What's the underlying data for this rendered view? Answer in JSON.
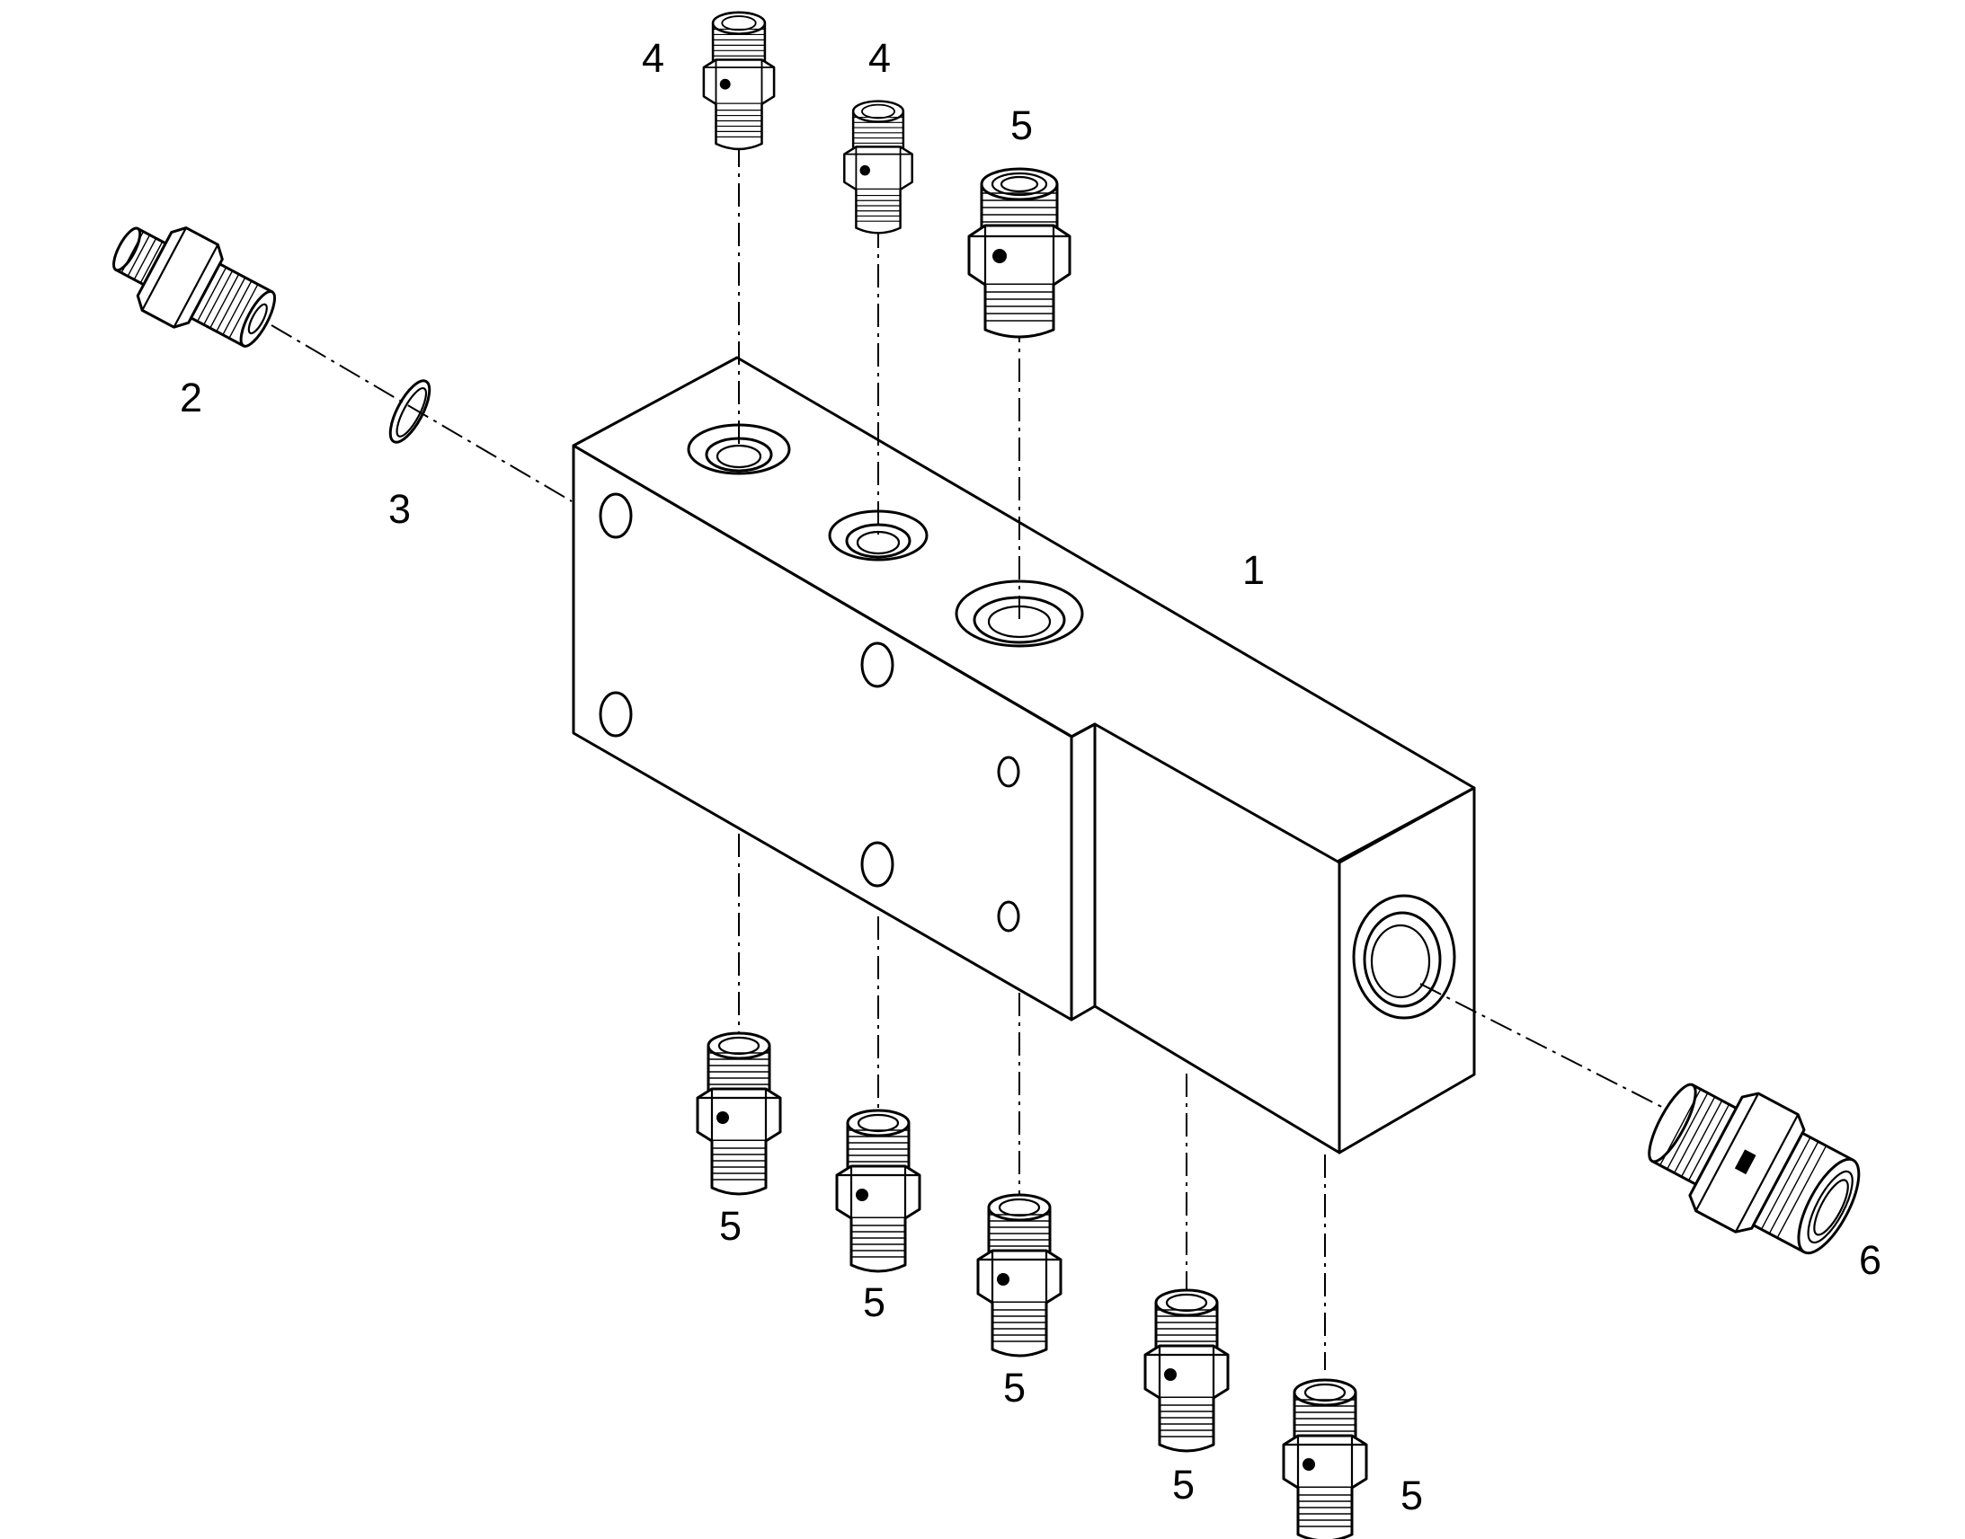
{
  "diagram": {
    "callouts": [
      {
        "id": "block",
        "label": "1"
      },
      {
        "id": "fitting-left",
        "label": "2"
      },
      {
        "id": "seal-ring",
        "label": "3"
      },
      {
        "id": "top-fitting-a",
        "label": "4"
      },
      {
        "id": "top-fitting-b",
        "label": "4"
      },
      {
        "id": "top-fitting-c",
        "label": "5"
      },
      {
        "id": "bottom-fitting-1",
        "label": "5"
      },
      {
        "id": "bottom-fitting-2",
        "label": "5"
      },
      {
        "id": "bottom-fitting-3",
        "label": "5"
      },
      {
        "id": "bottom-fitting-4",
        "label": "5"
      },
      {
        "id": "bottom-fitting-5",
        "label": "5"
      },
      {
        "id": "fitting-right",
        "label": "6"
      }
    ]
  }
}
